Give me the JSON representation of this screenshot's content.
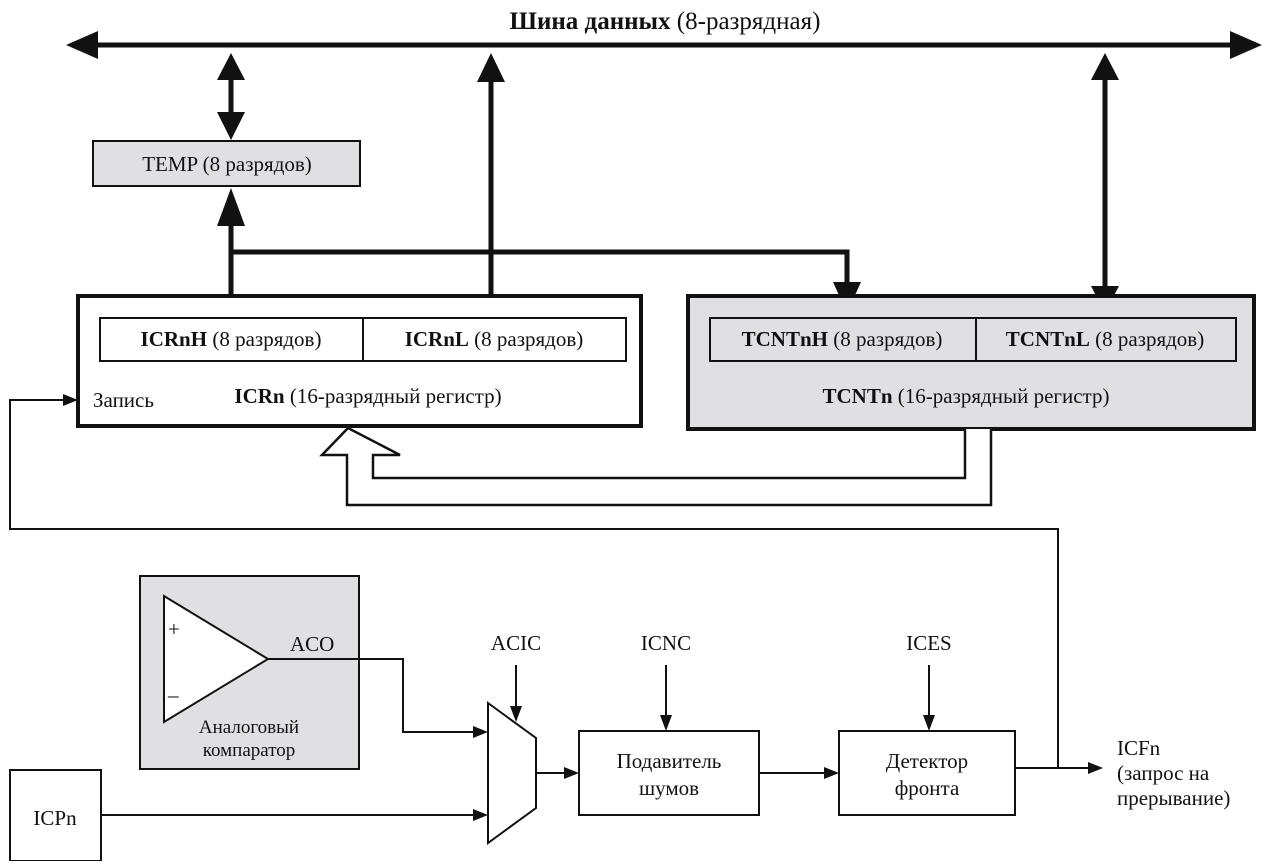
{
  "bus": {
    "title_bold": "Шина данных",
    "title_rest": " (8-разрядная)"
  },
  "temp": {
    "label": "TEMP (8 разрядов)"
  },
  "icrn": {
    "high_bold": "ICRnH",
    "high_rest": " (8 разрядов)",
    "low_bold": "ICRnL",
    "low_rest": " (8 разрядов)",
    "write_label": "Запись",
    "name_bold": "ICRn",
    "name_rest": " (16-разрядный регистр)"
  },
  "tcntn": {
    "high_bold": "TCNTnH",
    "high_rest": " (8 разрядов)",
    "low_bold": "TCNTnL",
    "low_rest": " (8 разрядов)",
    "name_bold": "TCNTn",
    "name_rest": " (16-разрядный регистр)"
  },
  "comparator": {
    "plus": "+",
    "minus": "–",
    "output": "ACO",
    "caption_line1": "Аналоговый",
    "caption_line2": "компаратор"
  },
  "mux": {
    "control": "ACIC"
  },
  "noise": {
    "control": "ICNC",
    "line1": "Подавитель",
    "line2": "шумов"
  },
  "edge": {
    "control": "ICES",
    "line1": "Детектор",
    "line2": "фронта"
  },
  "input_pin": {
    "label": "ICPn"
  },
  "output": {
    "line1": "ICFn",
    "line2": "(запрос на",
    "line3": "прерывание)"
  },
  "colors": {
    "block_fill": "#e0e0e3",
    "line": "#111111",
    "background": "#ffffff"
  }
}
